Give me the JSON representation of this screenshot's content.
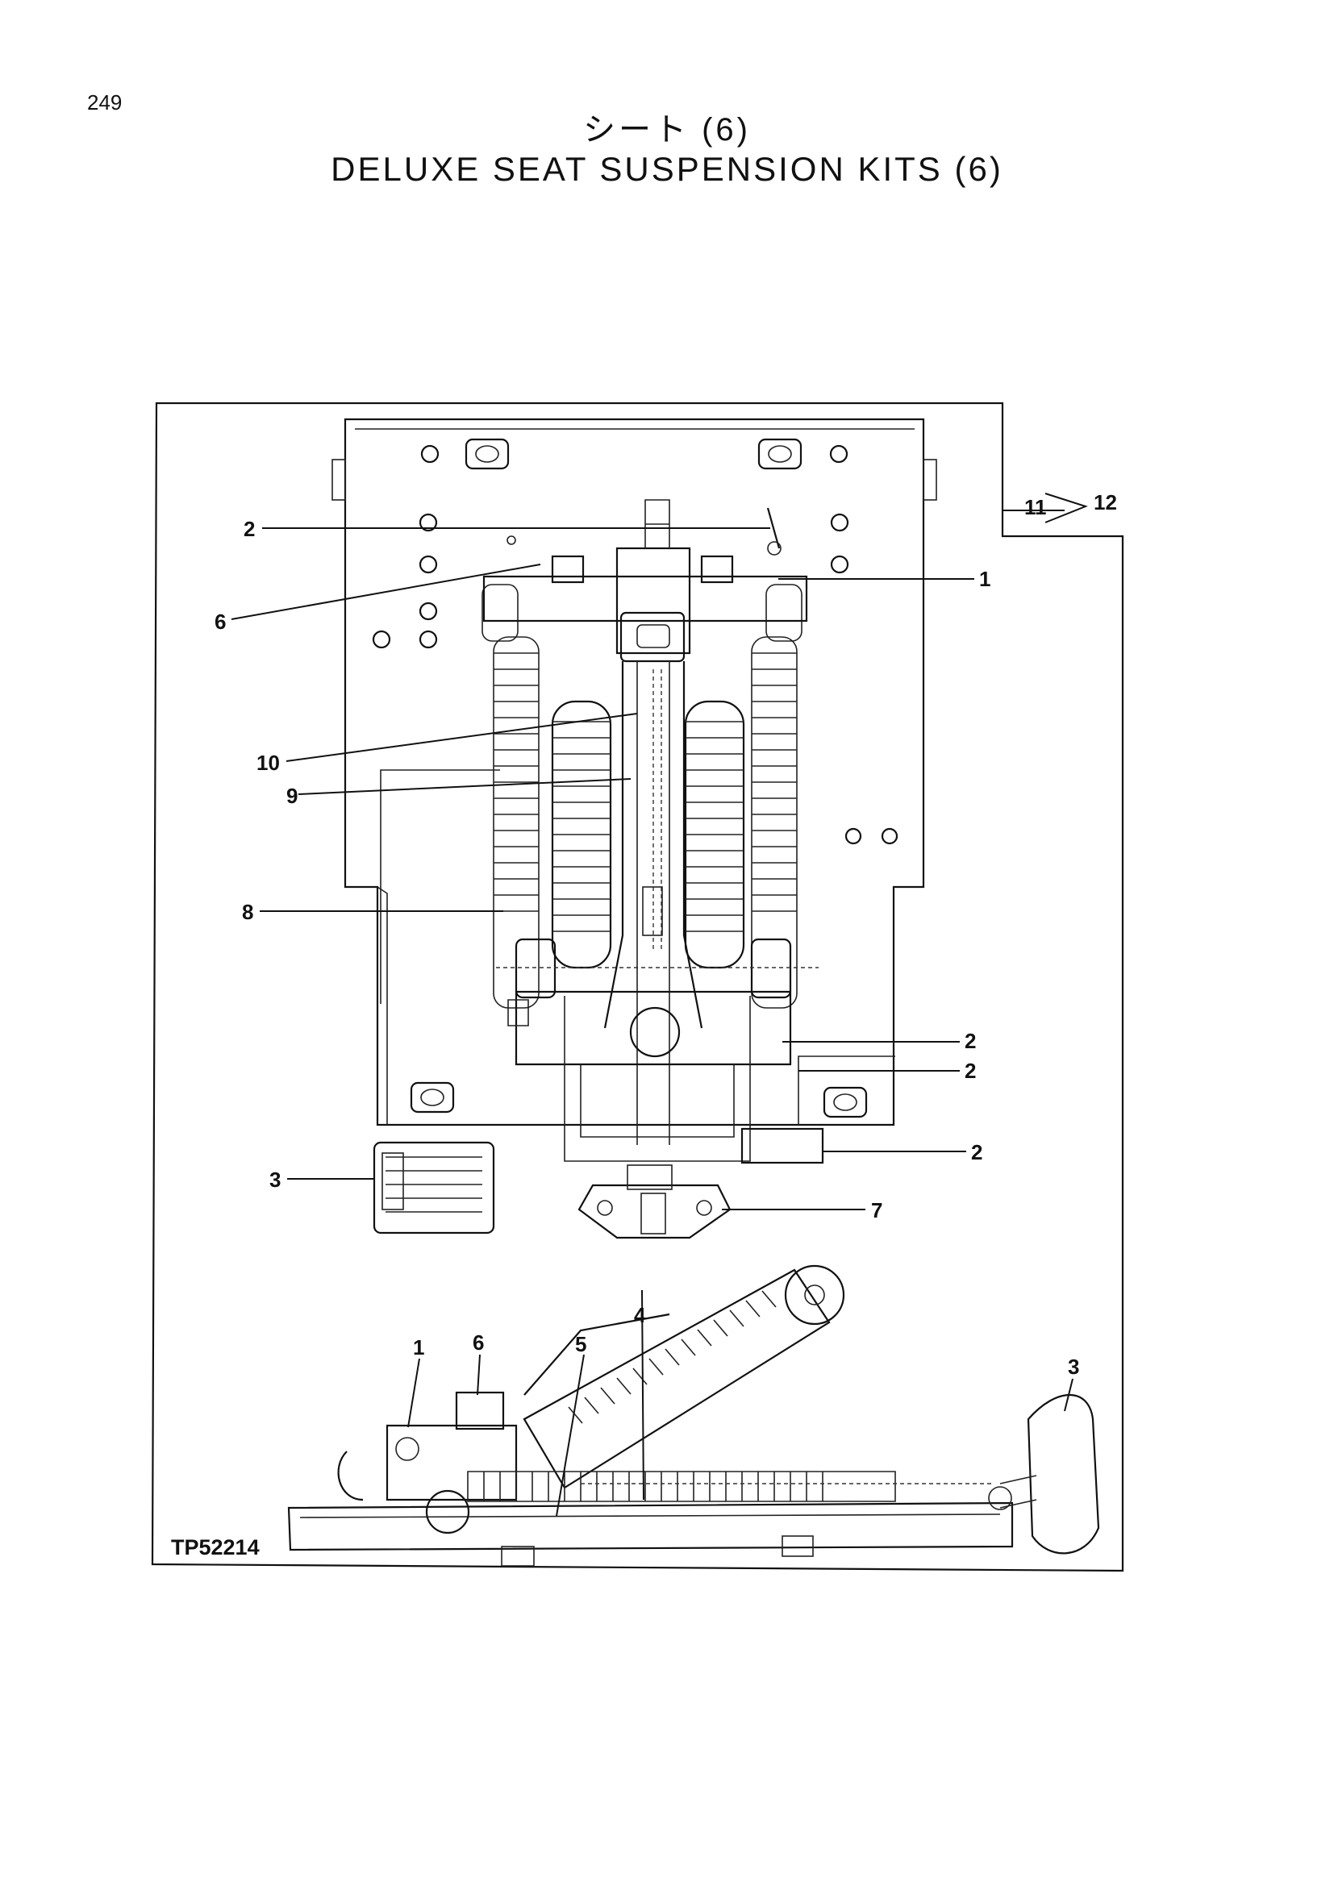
{
  "page": {
    "number": "249"
  },
  "title": {
    "japanese": "シート (6)",
    "english": "DELUXE SEAT SUSPENSION KITS (6)"
  },
  "figure": {
    "code": "TP52214",
    "reference": {
      "from": "11",
      "to": "12"
    },
    "callouts_top_view": [
      "2",
      "1",
      "6",
      "10",
      "9",
      "8",
      "2",
      "2",
      "2",
      "3",
      "7"
    ],
    "callouts_side_view": [
      "1",
      "6",
      "5",
      "4",
      "3"
    ]
  }
}
